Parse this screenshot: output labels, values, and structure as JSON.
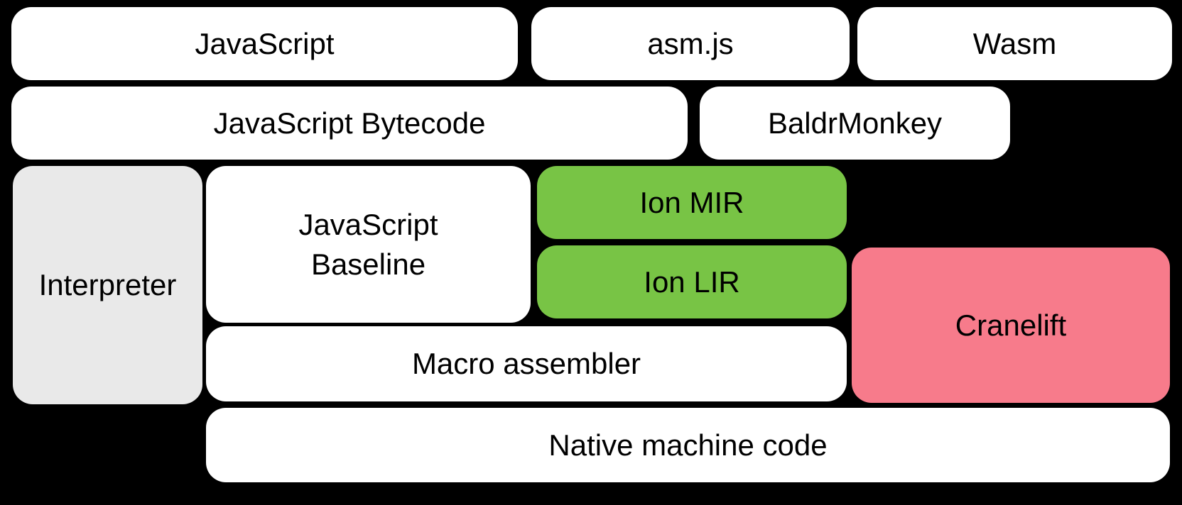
{
  "diagram": {
    "nodes": [
      {
        "label": "JavaScript",
        "color": "#ffffff"
      },
      {
        "label": "asm.js",
        "color": "#ffffff"
      },
      {
        "label": "Wasm",
        "color": "#ffffff"
      },
      {
        "label": "JavaScript Bytecode",
        "color": "#ffffff"
      },
      {
        "label": "BaldrMonkey",
        "color": "#ffffff"
      },
      {
        "label": "Interpreter",
        "color": "#e9e9e9"
      },
      {
        "label": "JavaScript\nBaseline",
        "color": "#ffffff"
      },
      {
        "label": "Ion MIR",
        "color": "#78c445"
      },
      {
        "label": "Ion LIR",
        "color": "#78c445"
      },
      {
        "label": "Cranelift",
        "color": "#f77b8b"
      },
      {
        "label": "Macro assembler",
        "color": "#ffffff"
      },
      {
        "label": "Native machine code",
        "color": "#ffffff"
      }
    ],
    "colors": {
      "background": "#000000",
      "text": "#000000",
      "box_default": "#ffffff",
      "box_interpreter": "#e9e9e9",
      "box_ion_green": "#78c445",
      "box_cranelift_pink": "#f77b8b"
    }
  }
}
